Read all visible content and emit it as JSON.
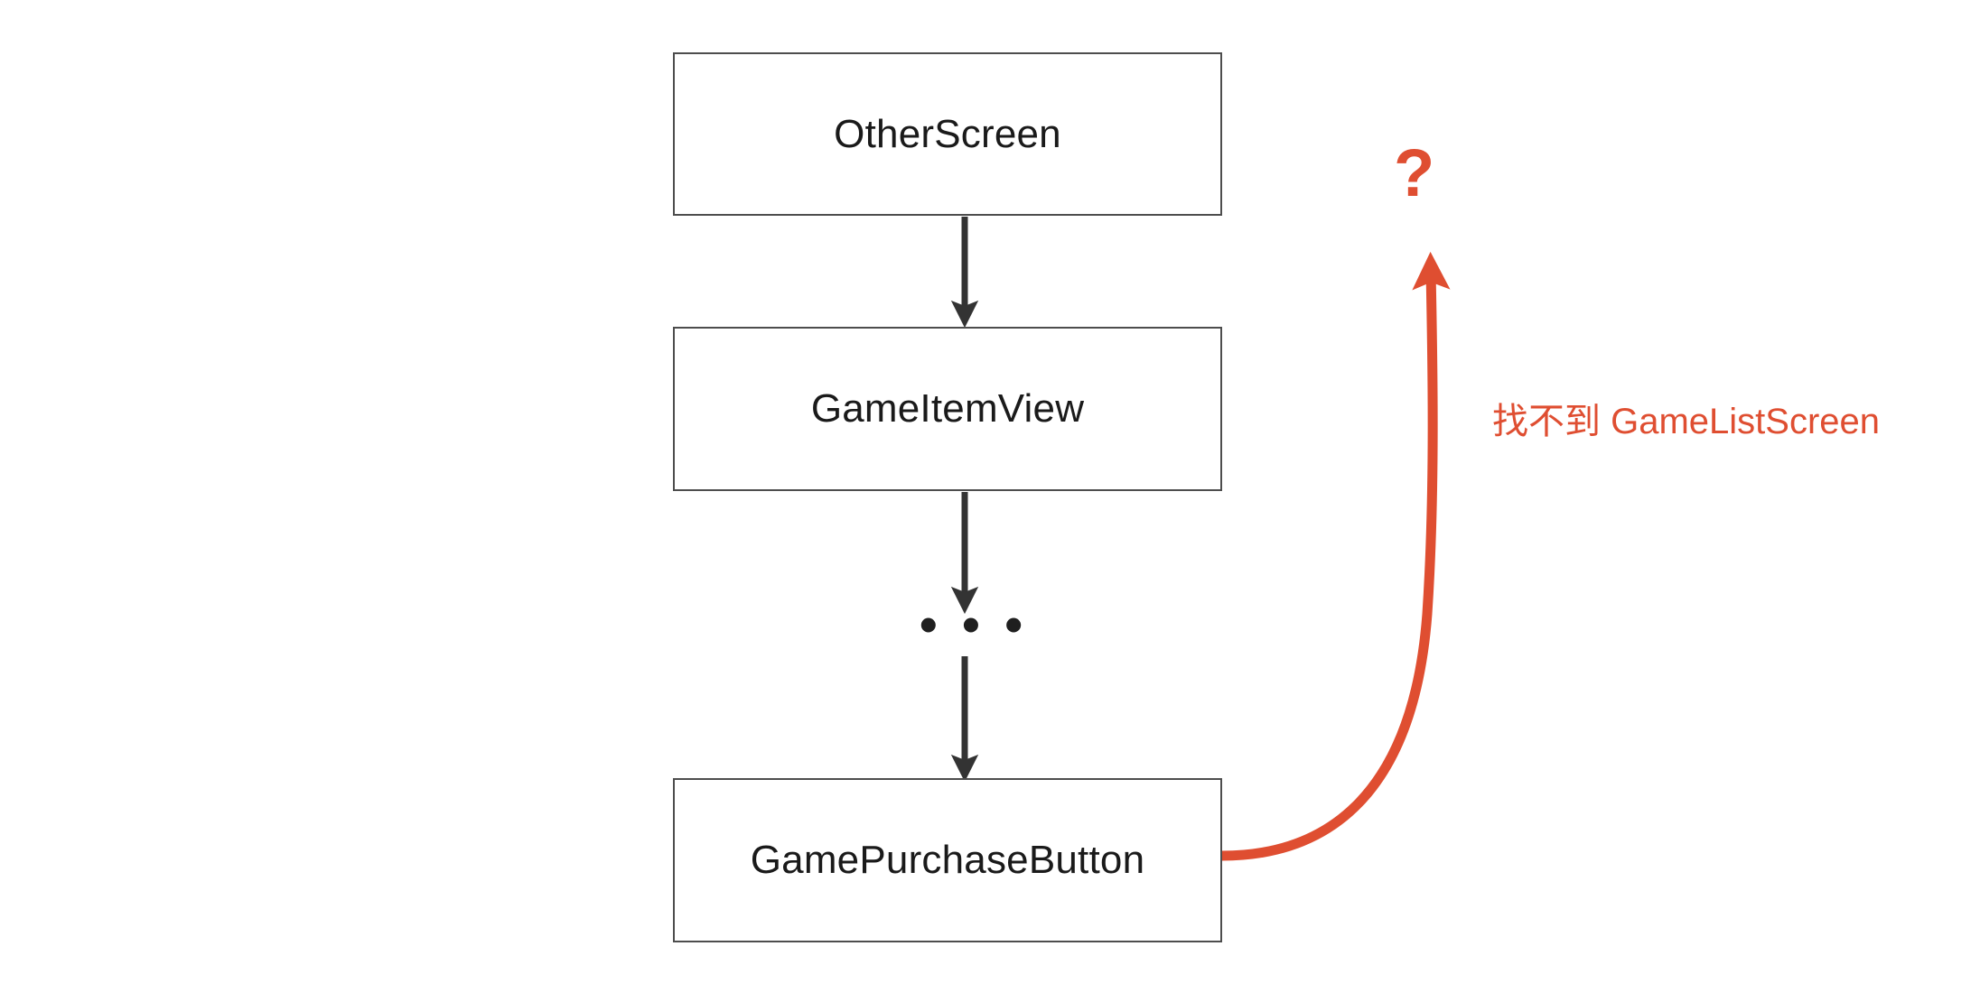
{
  "diagram": {
    "type": "component-hierarchy-flowchart",
    "background_color": "#ffffff",
    "nodes": [
      {
        "id": "other-screen",
        "label": "OtherScreen"
      },
      {
        "id": "game-item-view",
        "label": "GameItemView"
      },
      {
        "id": "game-purchase-button",
        "label": "GamePurchaseButton"
      }
    ],
    "ellipsis": "• • •",
    "edges": [
      {
        "from": "other-screen",
        "to": "game-item-view",
        "style": "solid-arrow",
        "color": "#333333"
      },
      {
        "from": "game-item-view",
        "to": "ellipsis",
        "style": "solid-arrow",
        "color": "#333333"
      },
      {
        "from": "ellipsis",
        "to": "game-purchase-button",
        "style": "solid-arrow",
        "color": "#333333"
      },
      {
        "from": "game-purchase-button",
        "to": "unknown",
        "style": "curved-arrow",
        "color": "#DF4E31"
      }
    ],
    "annotation": {
      "question_mark": "?",
      "note": "找不到 GameListScreen",
      "color": "#DF4E31"
    },
    "colors": {
      "node_border": "#4d4d4d",
      "node_text": "#1a1a1a",
      "arrow": "#333333",
      "accent_red": "#DF4E31"
    }
  }
}
